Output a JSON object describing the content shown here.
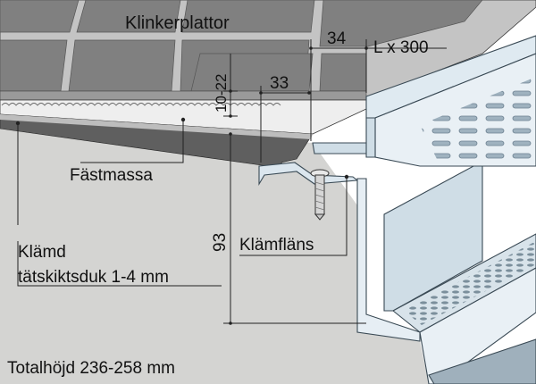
{
  "labels": {
    "tiles": "Klinkerplattor",
    "adhesive": "Fästmassa",
    "membrane_line1": "Klämd",
    "membrane_line2": "tätskiktsduk 1-4 mm",
    "clamp_flange": "Klämfläns",
    "total_height": "Totalhöjd 236-258 mm"
  },
  "dimensions": {
    "top_width": "34",
    "length": "L x 300",
    "inner_width": "33",
    "tile_thickness": "10-22",
    "depth": "93"
  },
  "colors": {
    "concrete": "#d4d4d2",
    "tile": "#808080",
    "grout": "#c4c4c4",
    "steel": "#dfeaf1",
    "steel_dark": "#aabdca",
    "line": "#222222"
  }
}
